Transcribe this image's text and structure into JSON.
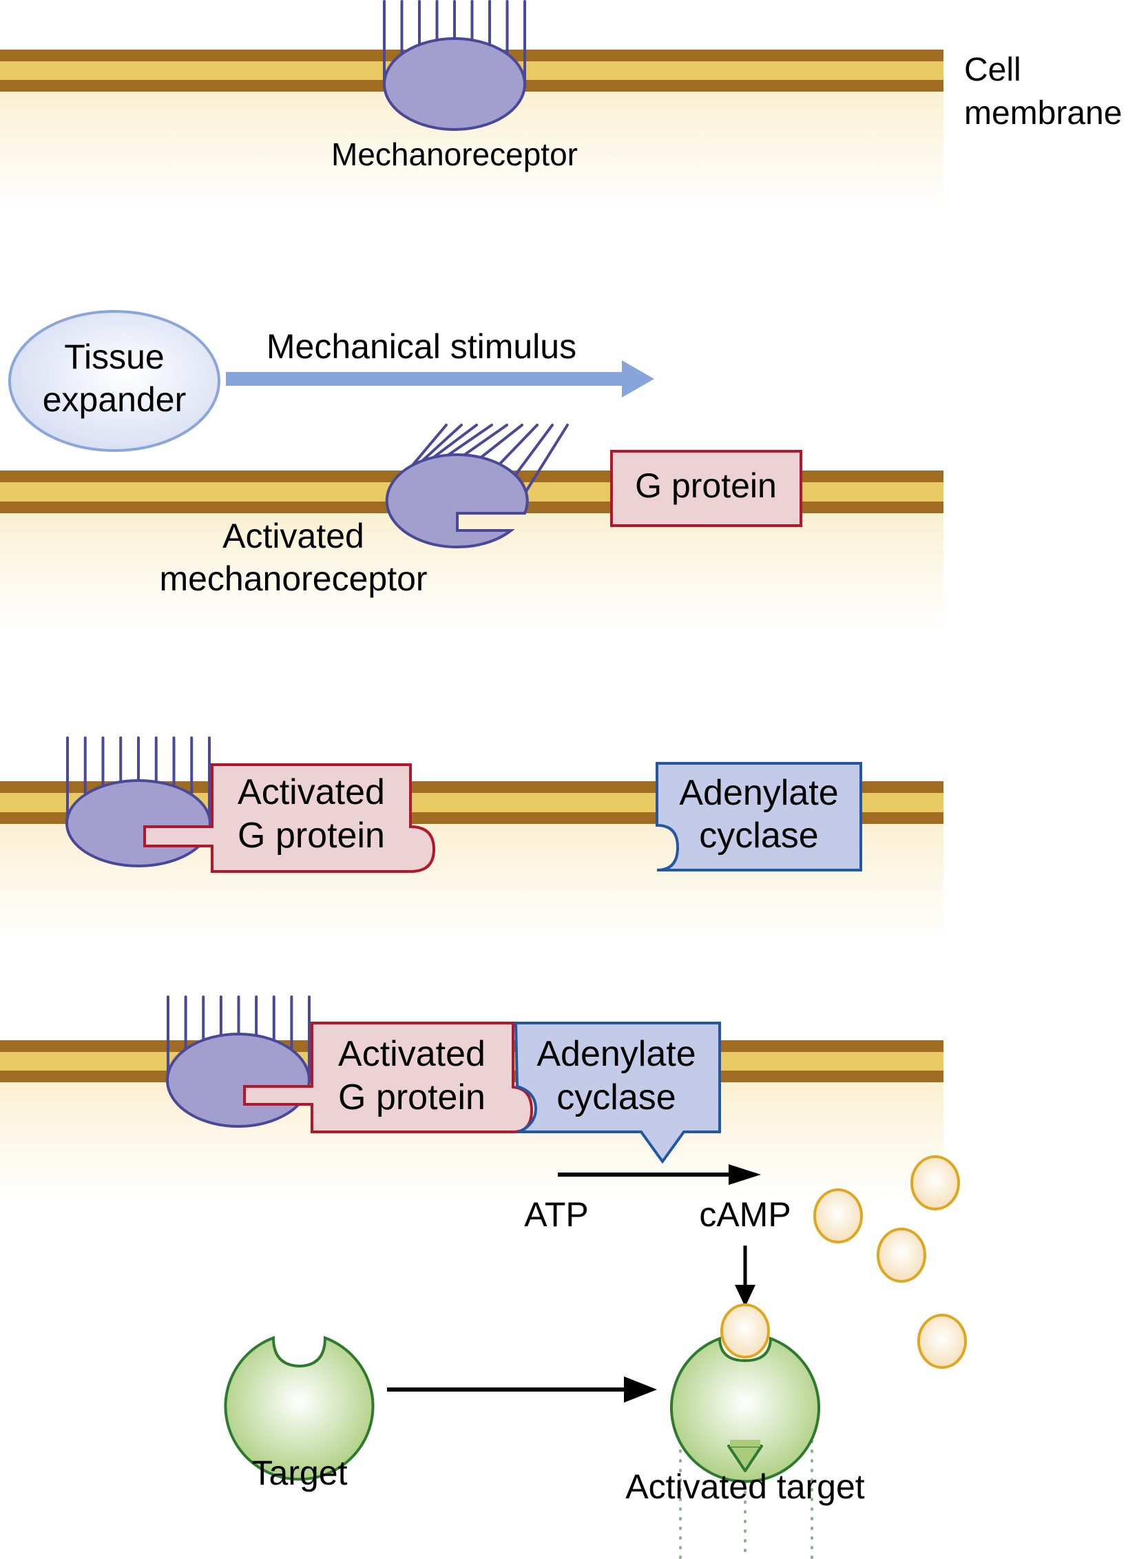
{
  "colors": {
    "membrane_outer": "#A06C22",
    "membrane_inner": "#E8C964",
    "cytoplasm": "#FAF0D2",
    "receptor_fill": "#A29FCF",
    "receptor_stroke": "#4A4899",
    "gprotein_fill": "#EDD2D5",
    "gprotein_stroke": "#B3182A",
    "adenylate_fill": "#C3CBE8",
    "adenylate_stroke": "#2257A5",
    "stimulus_arrow": "#89A4D8",
    "expander_fill": "#DDE3F5",
    "expander_stroke": "#8AA6DA",
    "camp_stroke": "#DFA720",
    "target_stroke": "#2E7A2E",
    "target_fill": "#A8CC7A",
    "dotted_line": "#8CB28A"
  },
  "stage1": {
    "receptor_label": "Mechanoreceptor",
    "membrane_label_line1": "Cell",
    "membrane_label_line2": "membrane"
  },
  "stage2": {
    "expander_line1": "Tissue",
    "expander_line2": "expander",
    "stimulus_label": "Mechanical stimulus",
    "receptor_label_line1": "Activated",
    "receptor_label_line2": "mechanoreceptor",
    "gprotein_label": "G protein"
  },
  "stage3": {
    "gprotein_line1": "Activated",
    "gprotein_line2": "G protein",
    "adenylate_line1": "Adenylate",
    "adenylate_line2": "cyclase"
  },
  "stage4": {
    "gprotein_line1": "Activated",
    "gprotein_line2": "G protein",
    "adenylate_line1": "Adenylate",
    "adenylate_line2": "cyclase",
    "atp_label": "ATP",
    "camp_label": "cAMP",
    "target_label": "Target",
    "activated_target_label": "Activated target"
  }
}
